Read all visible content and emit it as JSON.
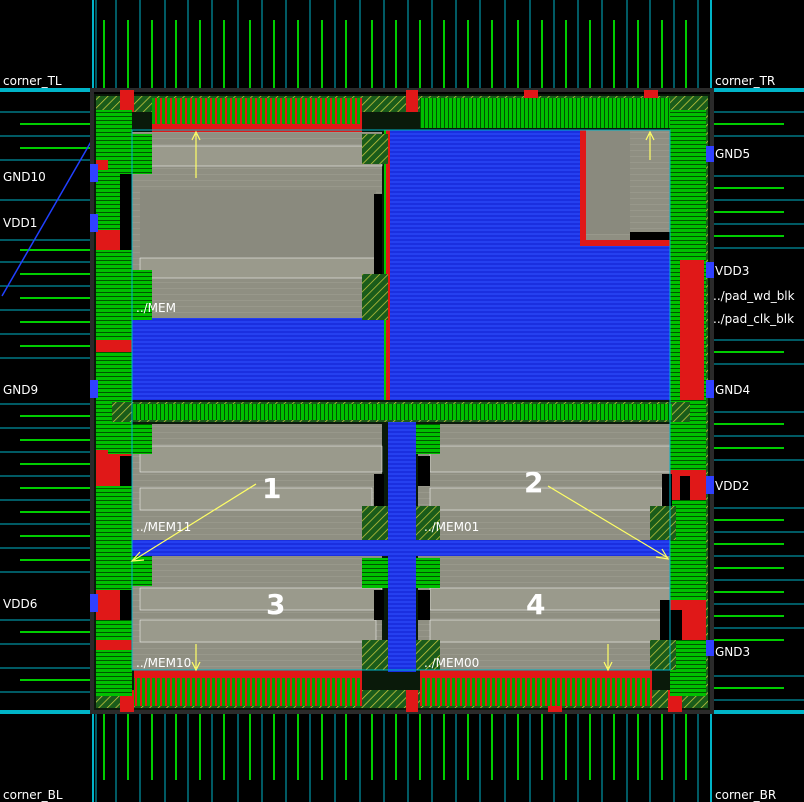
{
  "corners": {
    "tl": "corner_TL",
    "tr": "corner_TR",
    "bl": "corner_BL",
    "br": "corner_BR"
  },
  "left_pads": {
    "gnd10": "GND10",
    "vdd1": "VDD1",
    "gnd9": "GND9",
    "vdd6": "VDD6"
  },
  "right_pads": {
    "gnd5": "GND5",
    "vdd3": "VDD3",
    "pad_wd": "../pad_wd_blk",
    "pad_clk": "../pad_clk_blk",
    "gnd4": "GND4",
    "vdd2": "VDD2",
    "gnd3": "GND3"
  },
  "instances": {
    "mem": "../MEM",
    "mem11": "../MEM11",
    "mem01": "../MEM01",
    "mem10": "../MEM10",
    "mem00": "../MEM00"
  },
  "quadrants": {
    "q1": "1",
    "q2": "2",
    "q3": "3",
    "q4": "4"
  },
  "colors": {
    "background": "#000000",
    "pad_ring": "#00cc00",
    "signal_route": "#1c3cf0",
    "macro_fill": "#8e9080",
    "power_strap": "#e01818",
    "pin_lines": "#00b4c8",
    "arrows": "#ffff66",
    "labels": "#ffffff"
  }
}
